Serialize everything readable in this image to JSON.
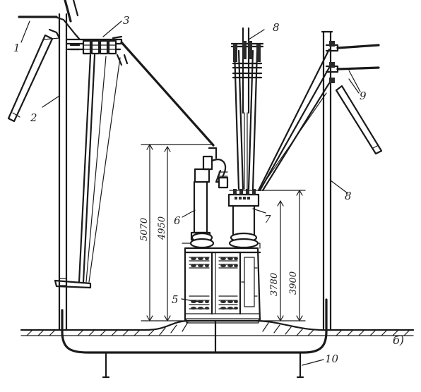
{
  "callouts": {
    "c1": "1",
    "c2": "2",
    "c3": "3",
    "c5": "5",
    "c6": "6",
    "c7": "7",
    "c8a": "8",
    "c8b": "8",
    "c9": "9",
    "c10": "10"
  },
  "dimensions": {
    "d5070": "5070",
    "d4950": "4950",
    "d3780": "3780",
    "d3900": "3900"
  },
  "caption": "б)"
}
